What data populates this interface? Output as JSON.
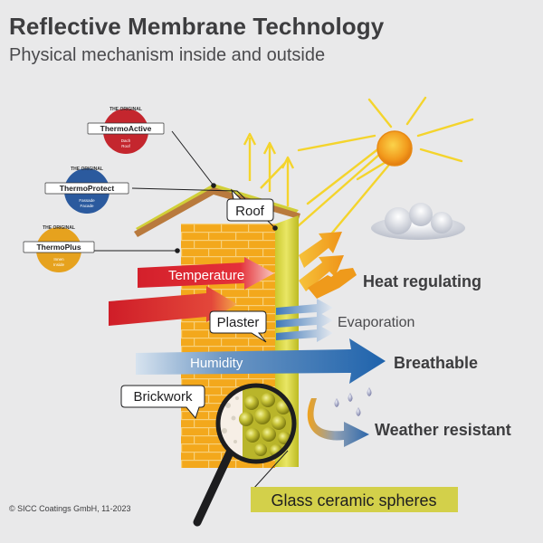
{
  "header": {
    "title": "Reflective Membrane Technology",
    "subtitle": "Physical mechanism inside and outside"
  },
  "badges": [
    {
      "tag": "THE ORIGINAL",
      "name": "ThermoActive",
      "line1": "Dach",
      "line2": "Roof",
      "color": "#c4262e"
    },
    {
      "tag": "THE ORIGINAL",
      "name": "ThermoProtect",
      "line1": "Fassade",
      "line2": "Facade",
      "color": "#2b5a9e"
    },
    {
      "tag": "THE ORIGINAL",
      "name": "ThermoPlus",
      "line1": "Innen",
      "line2": "Inside",
      "color": "#e6a21e"
    }
  ],
  "callouts": {
    "roof": "Roof",
    "plaster": "Plaster",
    "brickwork": "Brickwork"
  },
  "arrow_labels": {
    "temperature": "Temperature",
    "humidity": "Humidity"
  },
  "effects": {
    "heat_regulating": "Heat regulating",
    "evaporation": "Evaporation",
    "breathable": "Breathable",
    "weather_resistant": "Weather resistant"
  },
  "spheres_label": "Glass ceramic spheres",
  "copyright": "© SICC Coatings GmbH, 11-2023",
  "colors": {
    "background": "#e9e9ea",
    "brick": "#f2a51a",
    "plaster": "#d8d63a",
    "temperature_red": "#d9252e",
    "humidity_blue": "#2e6fb2",
    "sun": "#f29a1c",
    "ray_yellow": "#f6d52a",
    "heat_orange": "#f2a21c",
    "spheres_label_bg": "#d3d04a"
  }
}
